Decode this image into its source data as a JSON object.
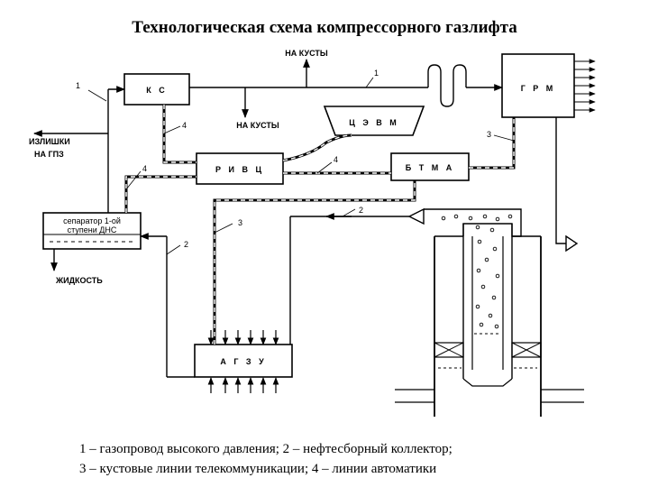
{
  "title": "Технологическая схема компрессорного газлифта",
  "diagram": {
    "boxes": {
      "ks": "К С",
      "grm": "Г Р М",
      "tsevm": "Ц Э В М",
      "rivc": "Р И В Ц",
      "btma": "Б Т М А",
      "separator_line1": "сепаратор 1-ой",
      "separator_line2": "ступени ДНС",
      "agzu": "А Г З У"
    },
    "flows": {
      "na_kusty_top": "НА КУСТЫ",
      "na_kusty_mid": "НА КУСТЫ",
      "izlishki": "ИЗЛИШКИ",
      "na_gpz": "НА ГПЗ",
      "zhidkost": "ЖИДКОСТЬ"
    },
    "line_numbers": [
      "1",
      "1",
      "2",
      "2",
      "3",
      "3",
      "4",
      "4",
      "4"
    ]
  },
  "legend": {
    "line1": "1 – газопровод высокого давления; 2 – нефтесборный коллектор;",
    "line2": "3 – кустовые линии телекоммуникации; 4 – линии автоматики"
  }
}
